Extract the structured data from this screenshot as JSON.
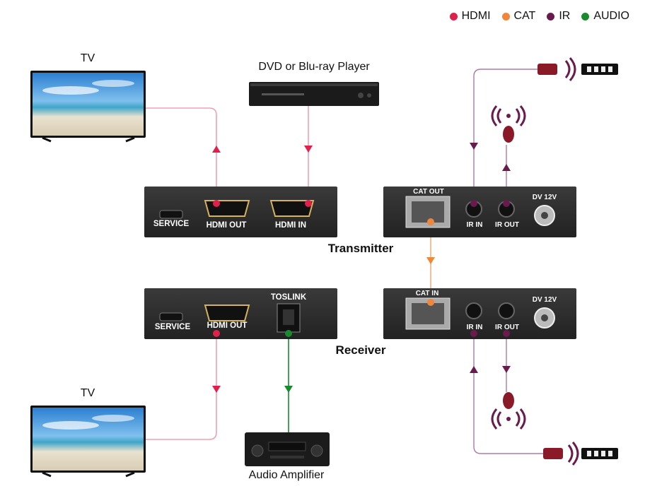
{
  "legend": {
    "items": [
      {
        "label": "HDMI",
        "color": "#e0204a"
      },
      {
        "label": "CAT",
        "color": "#f0863a"
      },
      {
        "label": "IR",
        "color": "#6a1b4d"
      },
      {
        "label": "AUDIO",
        "color": "#198a2e"
      }
    ]
  },
  "devices": {
    "tv_top": "TV",
    "tv_bottom": "TV",
    "player": "DVD or Blu-ray Player",
    "amplifier": "Audio Amplifier"
  },
  "transmitter": {
    "title": "Transmitter",
    "left_ports": {
      "service": "SERVICE",
      "hdmi_out": "HDMI OUT",
      "hdmi_in": "HDMI IN"
    },
    "right_ports": {
      "cat_out": "CAT OUT",
      "ir_in": "IR IN",
      "ir_out": "IR OUT",
      "power": "DV 12V"
    }
  },
  "receiver": {
    "title": "Receiver",
    "left_ports": {
      "service": "SERVICE",
      "hdmi_out": "HDMI OUT",
      "toslink": "TOSLINK"
    },
    "right_ports": {
      "cat_in": "CAT IN",
      "ir_in": "IR IN",
      "ir_out": "IR OUT",
      "power": "DV 12V"
    }
  },
  "colors": {
    "hdmi_line": "#f2a0b0",
    "hdmi": "#e0204a",
    "cat": "#f0863a",
    "ir": "#6a1b4d",
    "audio": "#198a2e",
    "panel": "#2b2b2b"
  }
}
